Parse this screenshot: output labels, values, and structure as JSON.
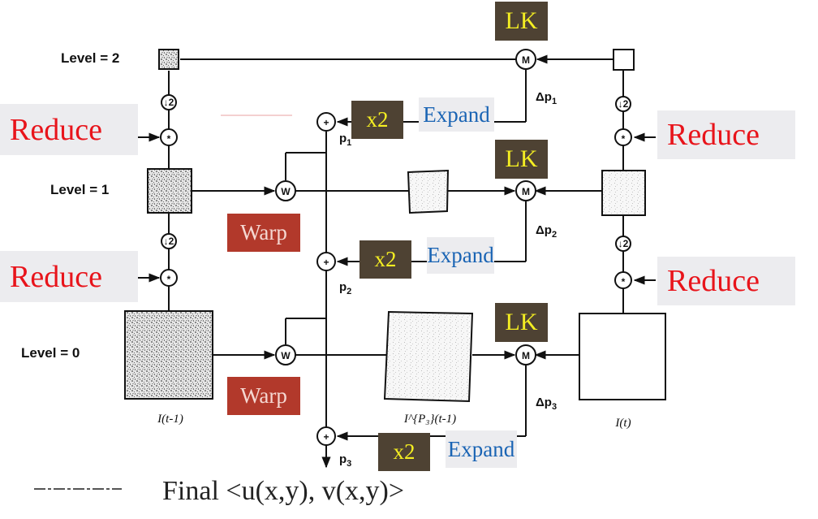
{
  "levels": {
    "level2": "Level = 2",
    "level1": "Level = 1",
    "level0": "Level = 0"
  },
  "image_labels": {
    "prev": "I(t-1)",
    "warped": "I^{P₃}(t-1)",
    "cur": "I(t)"
  },
  "params": {
    "p1": "p",
    "p1_sub": "1",
    "p2": "p",
    "p2_sub": "2",
    "p3": "p",
    "p3_sub": "3",
    "dp1": "Δp",
    "dp1_sub": "1",
    "dp2": "Δp",
    "dp2_sub": "2",
    "dp3": "Δp",
    "dp3_sub": "3"
  },
  "nodes": {
    "match": "M",
    "warp": "W",
    "sum": "+",
    "conv": "*",
    "down": "↓2"
  },
  "overlays": {
    "reduce": "Reduce",
    "lk": "LK",
    "x2": "x2",
    "expand": "Expand",
    "warp": "Warp",
    "final": "Final <u(x,y), v(x,y)>"
  },
  "colors": {
    "reduce_text": "#e8141b",
    "lk_bg": "#4e4233",
    "lk_text": "#f4ee22",
    "expand_text": "#1a64b4",
    "warp_bg": "#b2392b"
  }
}
